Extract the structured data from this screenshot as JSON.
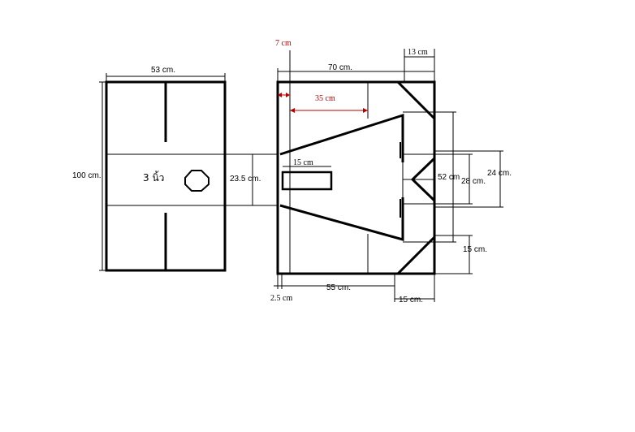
{
  "colors": {
    "line": "#000000",
    "accent": "#b40000",
    "background": "#ffffff"
  },
  "front_view": {
    "width_label": "53 cm.",
    "height_label": "100 cm.",
    "port_label": "3 นิ้ว",
    "opening_label": "23.5 cm."
  },
  "side_view": {
    "top_offset_label": "7 cm",
    "top_width_label": "70 cm.",
    "top_right_label": "13 cm",
    "inner_span_label": "35 cm",
    "slot_label": "15 cm",
    "right_a_label": "52 cm",
    "right_b_label": "28 cm.",
    "right_c_label": "24 cm.",
    "right_d_label": "15 cm.",
    "bottom_left_label": "2.5 cm",
    "bottom_width_label": "55 cm.",
    "bottom_right_label": "15 cm."
  }
}
